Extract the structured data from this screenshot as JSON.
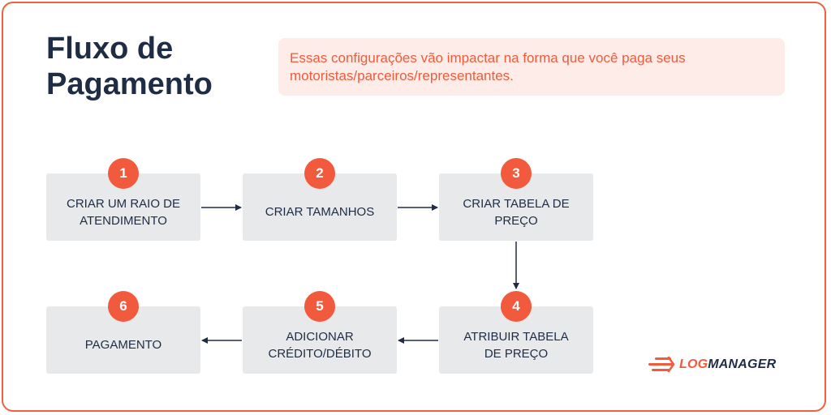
{
  "title": {
    "line1": "Fluxo de",
    "line2": "Pagamento"
  },
  "note": {
    "line1": "Essas configurações vão impactar na forma que você paga seus",
    "line2": "motoristas/parceiros/representantes."
  },
  "steps": [
    {
      "number": "1",
      "line1": "CRIAR UM RAIO DE",
      "line2": "ATENDIMENTO"
    },
    {
      "number": "2",
      "line1": "CRIAR TAMANHOS",
      "line2": ""
    },
    {
      "number": "3",
      "line1": "CRIAR TABELA DE",
      "line2": "PREÇO"
    },
    {
      "number": "4",
      "line1": "ATRIBUIR TABELA",
      "line2": "DE PREÇO"
    },
    {
      "number": "5",
      "line1": "ADICIONAR",
      "line2": "CRÉDITO/DÉBITO"
    },
    {
      "number": "6",
      "line1": "PAGAMENTO",
      "line2": ""
    }
  ],
  "logo": {
    "prefix": "LOG",
    "suffix": "MANAGER"
  },
  "colors": {
    "accent": "#f25a3d",
    "text": "#1f2d44",
    "box": "#e7e9eb",
    "note_bg": "#fdece8"
  }
}
